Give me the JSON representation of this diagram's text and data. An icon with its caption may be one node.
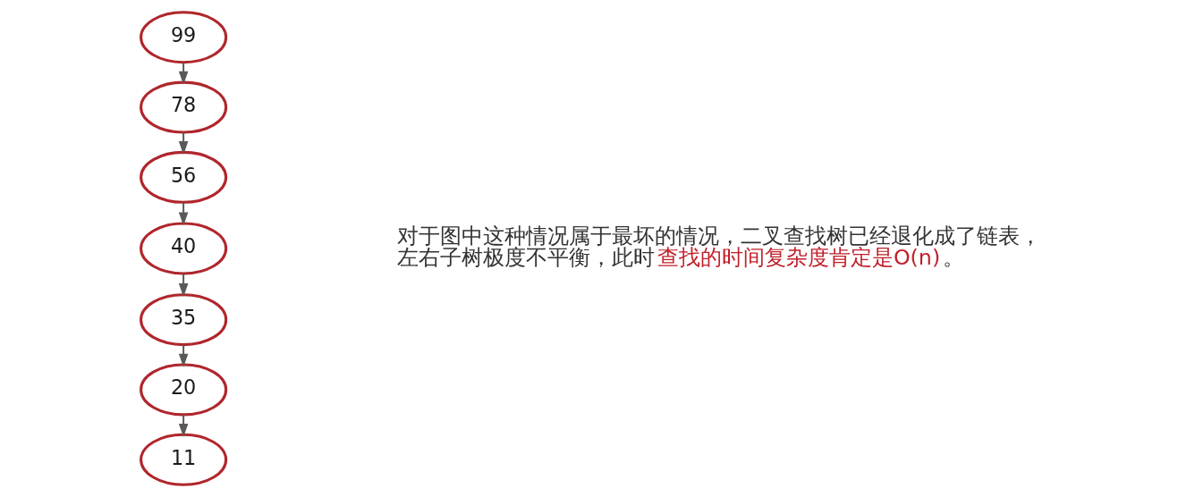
{
  "diagram": {
    "nodes": [
      {
        "text": [
          "99"
        ]
      },
      {
        "text": [
          "78"
        ]
      },
      {
        "text": [
          "56"
        ]
      },
      {
        "text": [
          "40"
        ]
      },
      {
        "text": [
          "35"
        ]
      },
      {
        "text": [
          "20"
        ]
      },
      {
        "text": [
          "11"
        ]
      }
    ],
    "edges": [
      {
        "from": 0,
        "to": 1,
        "arrow": "to"
      },
      {
        "from": 1,
        "to": 2,
        "arrow": "to"
      },
      {
        "from": 2,
        "to": 3,
        "arrow": "to"
      },
      {
        "from": 3,
        "to": 4,
        "arrow": "to"
      },
      {
        "from": 4,
        "to": 5,
        "arrow": "to"
      },
      {
        "from": 5,
        "to": 6,
        "arrow": "to"
      }
    ],
    "labels": [
      "对于图中这种情况属于最坏的情况，二叉查找树已经退化成了链表，",
      "左右子树极度不平衡，此时",
      "查找的时间复杂度肯定是O(n)",
      "。"
    ]
  }
}
